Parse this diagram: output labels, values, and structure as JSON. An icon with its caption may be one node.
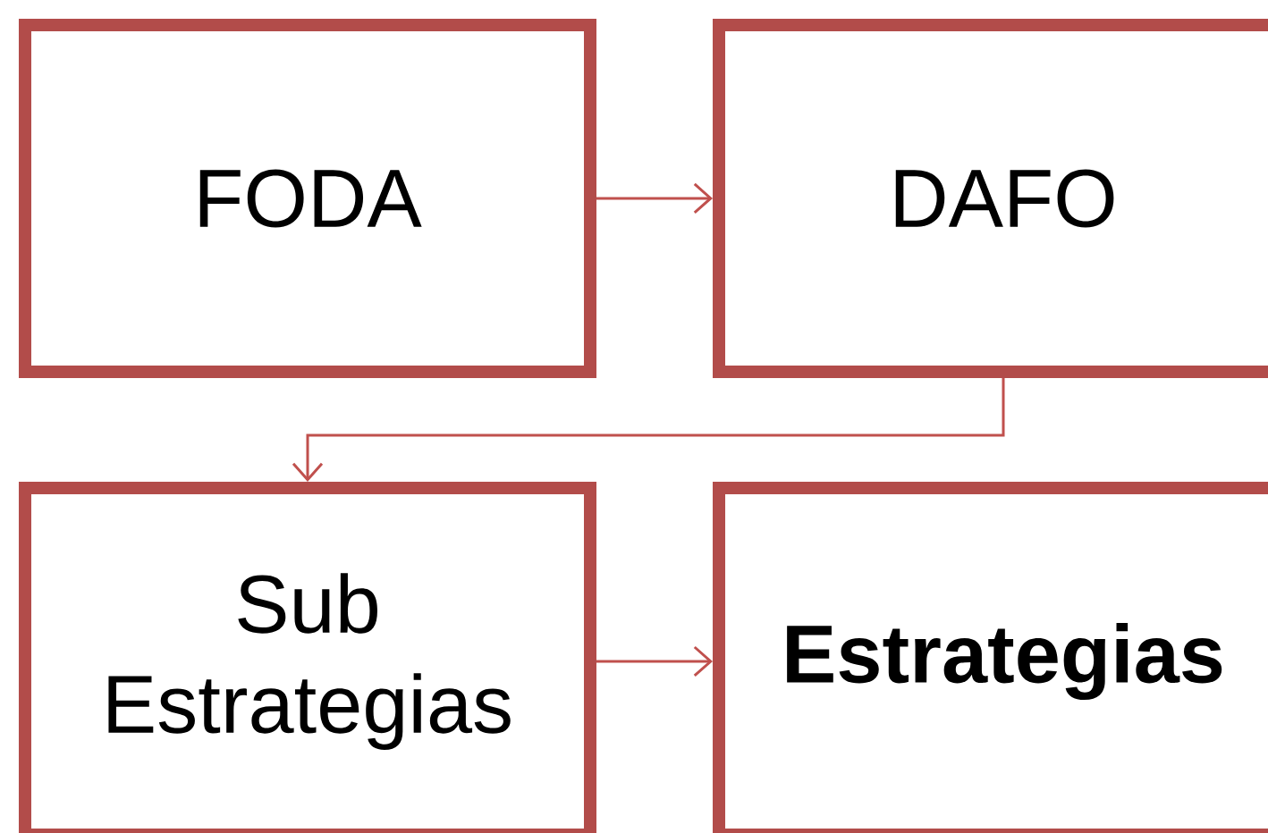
{
  "diagram": {
    "nodes": [
      {
        "text": [
          "FODA"
        ]
      },
      {
        "text": [
          "DAFO"
        ]
      },
      {
        "text": [
          "Sub Estrategias"
        ]
      },
      {
        "text": [
          "Estrategias"
        ]
      }
    ],
    "edges": [
      {
        "from": 0,
        "to": 1,
        "arrow": "to"
      },
      {
        "from": 1,
        "to": 2,
        "arrow": "to"
      },
      {
        "from": 2,
        "to": 3,
        "arrow": "to"
      }
    ]
  }
}
